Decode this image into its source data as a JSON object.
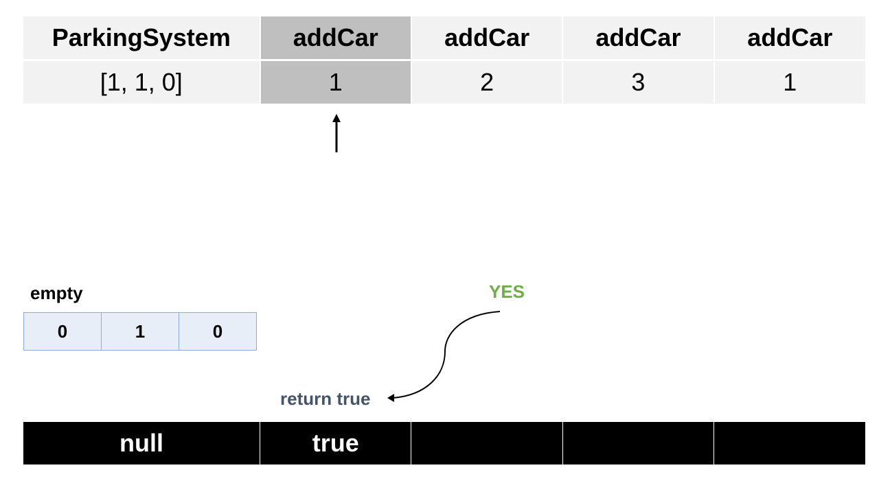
{
  "operations": {
    "names": [
      "ParkingSystem",
      "addCar",
      "addCar",
      "addCar",
      "addCar"
    ],
    "args": [
      "[1, 1, 0]",
      "1",
      "2",
      "3",
      "1"
    ],
    "active_index": 1
  },
  "empty": {
    "label": "empty",
    "values": [
      "0",
      "1",
      "0"
    ]
  },
  "decision": {
    "label": "YES",
    "result_label": "return true"
  },
  "output": {
    "values": [
      "null",
      "true",
      "",
      "",
      ""
    ]
  },
  "colors": {
    "cell_bg": "#f2f2f2",
    "active_bg": "#bfbfbf",
    "array_bg": "#e8eef8",
    "array_border": "#8faadc",
    "yes": "#70ad47",
    "return": "#44546a",
    "output_bg": "#000000"
  }
}
